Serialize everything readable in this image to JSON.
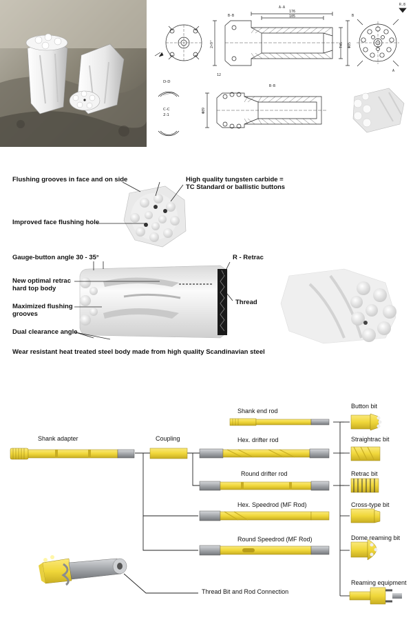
{
  "drawing": {
    "section_aa": "A-A",
    "section_bb": "B-B",
    "section_dd": "D-D",
    "section_cc": "C-C",
    "scale_cc": "2:1",
    "section_bb_lower": "B-B",
    "view_b": "B",
    "view_a": "A",
    "r_label": "R.8",
    "dim_176": "176",
    "dim_105": "105",
    "dim_d1": "Φ85",
    "dim_d2": "Φ89",
    "dim_thread": "T45",
    "dim_angle": "2×9°",
    "dim_small": "12"
  },
  "features": {
    "flushing_grooves": "Flushing grooves in face and on side",
    "tungsten_carbide": "High quality tungsten carbide = TC Standard or ballistic buttons",
    "flushing_hole": "Improved face flushing hole",
    "gauge_angle": "Gauge-button angle 30 - 35°",
    "retrac_body": "New optimal retrac hard top body",
    "flushing_grooves_max": "Maximized flushing grooves",
    "dual_clearance": "Dual clearance angle",
    "steel_body": "Wear resistant heat treated steel body made from high quality Scandinavian steel",
    "retrac": "R - Retrac",
    "thread": "Thread"
  },
  "product_line": {
    "shank_adapter": "Shank adapter",
    "coupling": "Coupling",
    "shank_end_rod": "Shank end rod",
    "hex_drifter_rod": "Hex. drifter rod",
    "round_drifter_rod": "Round drifter rod",
    "hex_speedrod": "Hex. Speedrod (MF Rod)",
    "round_speedrod": "Round Speedrod (MF Rod)",
    "thread_connection": "Thread Bit and Rod Connection",
    "bits": [
      "Button bit",
      "Straightrac bit",
      "Retrac bit",
      "Cross-type bit",
      "Dome reaming bit",
      "Reaming equipment"
    ]
  },
  "colors": {
    "rod_yellow": "#f0d73a",
    "rod_edge": "#b9a11e",
    "steel_grey": "#9a9ca0",
    "carbide_white": "#f2f2f2",
    "line": "#222222"
  }
}
